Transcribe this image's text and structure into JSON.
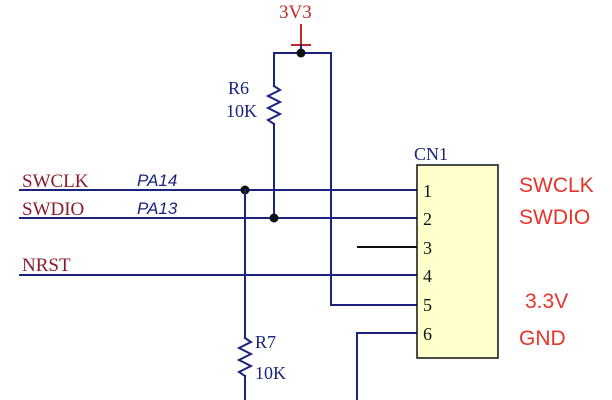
{
  "power": {
    "label": "3V3"
  },
  "nets": [
    {
      "name": "SWCLK",
      "alias": "PA14"
    },
    {
      "name": "SWDIO",
      "alias": "PA13"
    },
    {
      "name": "NRST"
    }
  ],
  "resistors": [
    {
      "ref": "R6",
      "value": "10K"
    },
    {
      "ref": "R7",
      "value": "10K"
    }
  ],
  "connector": {
    "ref": "CN1",
    "pins": [
      "1",
      "2",
      "3",
      "4",
      "5",
      "6"
    ]
  },
  "pin_functions": [
    "SWCLK",
    "SWDIO",
    "3.3V",
    "GND"
  ],
  "colors": {
    "wire": "#1a237e",
    "net_label": "#8b1a2b",
    "power_symbol": "#c62828",
    "annotation": "#e8332a",
    "connector_fill": "#ffffcc"
  }
}
